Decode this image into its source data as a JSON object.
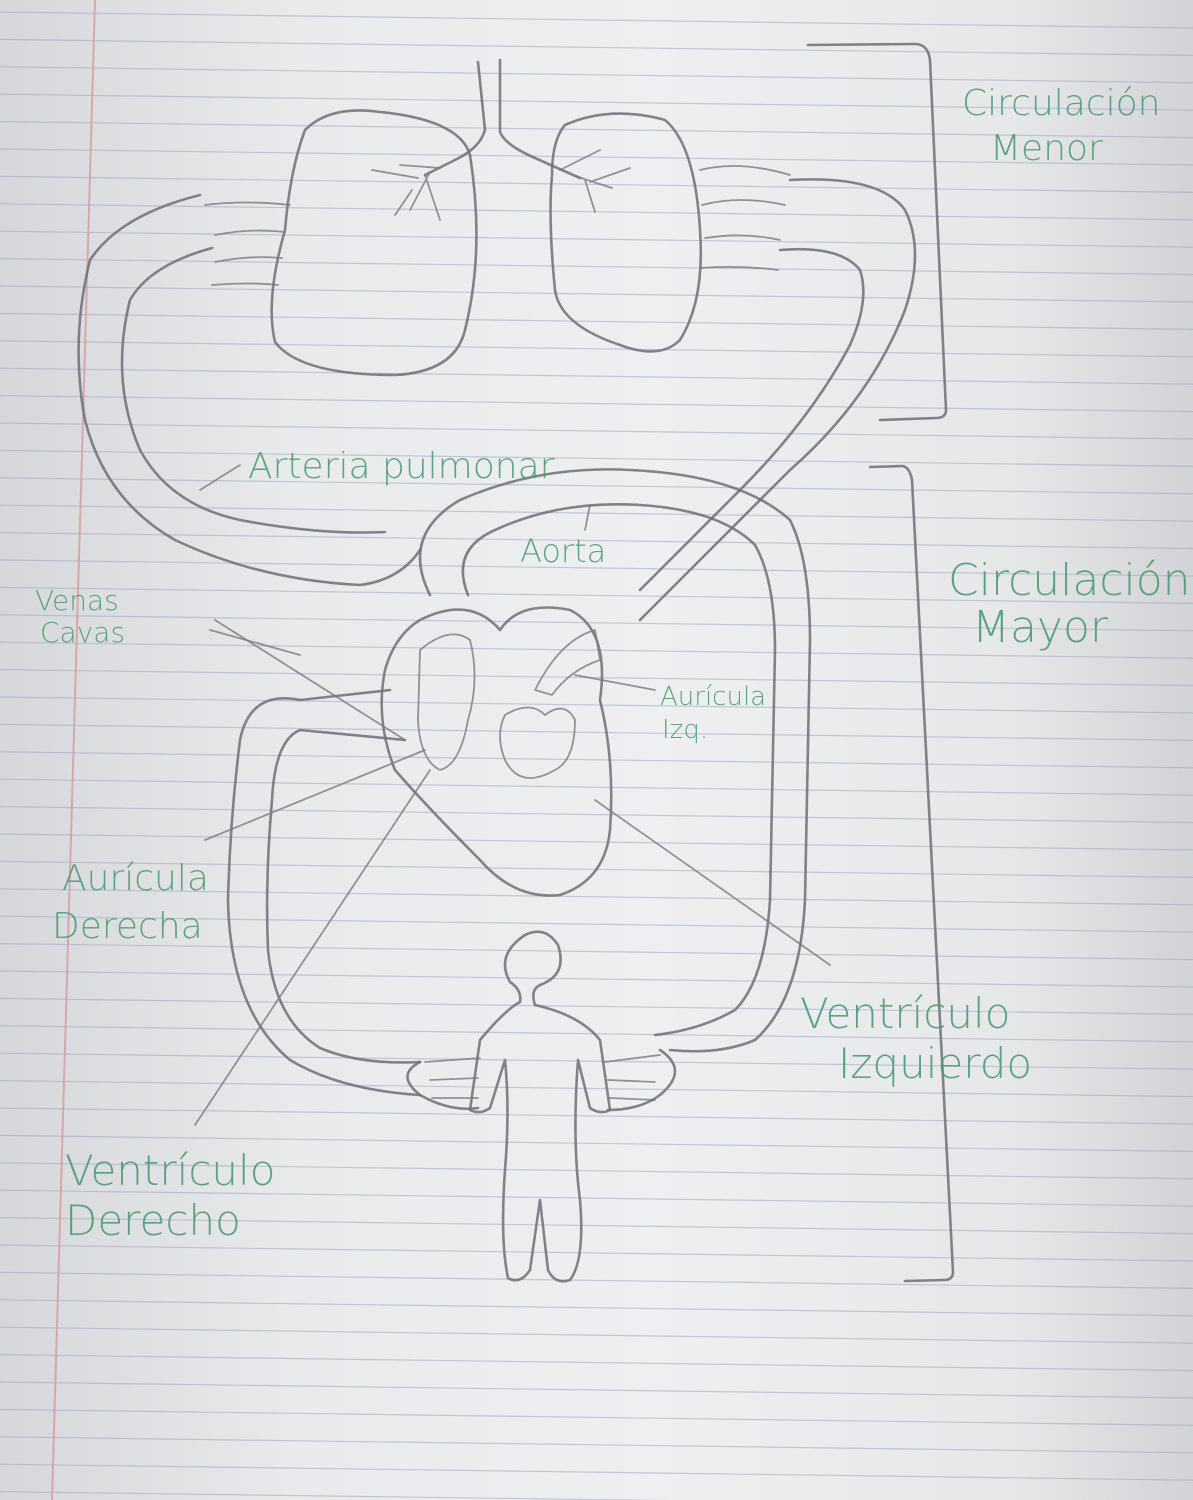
{
  "labels": {
    "circulacion_menor_1": "Circulación",
    "circulacion_menor_2": "Menor",
    "circulacion_mayor_1": "Circulación",
    "circulacion_mayor_2": "Mayor",
    "arteria_pulmonar": "Arteria pulmonar",
    "aorta": "Aorta",
    "venas_cavas_1": "Venas",
    "venas_cavas_2": "Cavas",
    "auricula_izq_1": "Aurícula",
    "auricula_izq_2": "Izq.",
    "auricula_derecha_1": "Aurícula",
    "auricula_derecha_2": "Derecha",
    "ventriculo_izquierdo_1": "Ventrículo",
    "ventriculo_izquierdo_2": "Izquierdo",
    "ventriculo_derecho_1": "Ventrículo",
    "ventriculo_derecho_2": "Derecho"
  },
  "colors": {
    "pencil": "#6f7075",
    "ink": "#4d9a78",
    "rule_line": "#9aa7bf",
    "margin_line": "#d79aa3"
  }
}
